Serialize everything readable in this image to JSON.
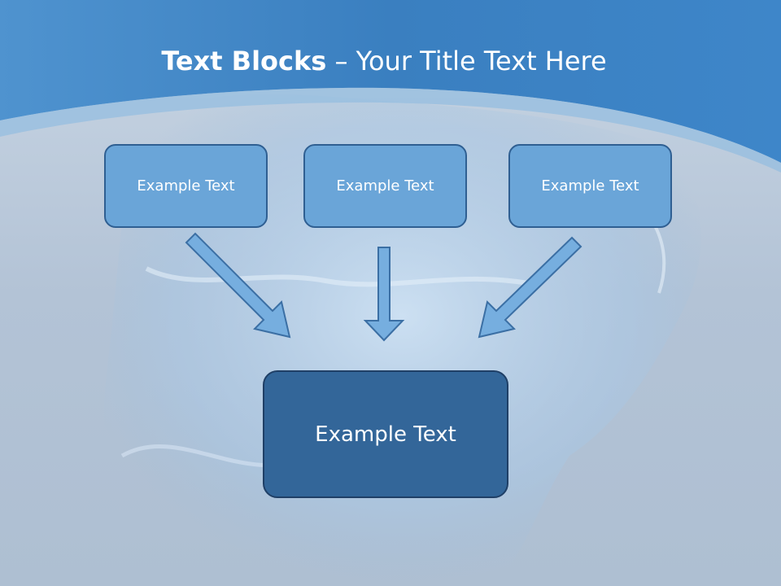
{
  "slide": {
    "title_bold": "Text Blocks",
    "title_dash": "–",
    "title_rest": "Your Title Text Here"
  },
  "blocks": {
    "left": "Example Text",
    "center": "Example Text",
    "right": "Example Text",
    "bottom": "Example Text"
  },
  "colors": {
    "header_blue": "#3f86c5",
    "box_fill": "#6aa5d8",
    "box_border": "#2f5f92",
    "main_box_fill": "#336699",
    "arrow_fill": "#76aedf"
  }
}
